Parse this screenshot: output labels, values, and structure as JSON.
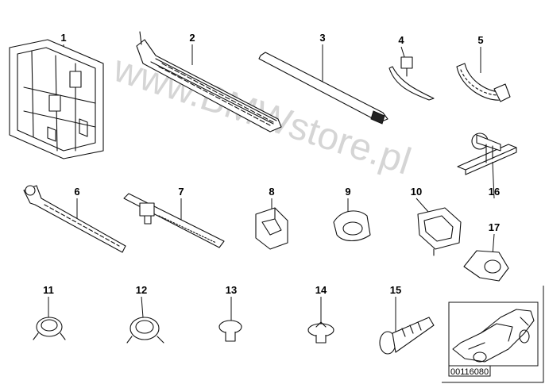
{
  "diagram": {
    "parts": [
      {
        "label": "1"
      },
      {
        "label": "2"
      },
      {
        "label": "3"
      },
      {
        "label": "4"
      },
      {
        "label": "5"
      },
      {
        "label": "6"
      },
      {
        "label": "7"
      },
      {
        "label": "8"
      },
      {
        "label": "9"
      },
      {
        "label": "10"
      },
      {
        "label": "16"
      },
      {
        "label": "17"
      },
      {
        "label": "11"
      },
      {
        "label": "12"
      },
      {
        "label": "13"
      },
      {
        "label": "14"
      },
      {
        "label": "15"
      }
    ],
    "watermark": "www.BMWstore.pl",
    "inset_caption": "00116080"
  }
}
